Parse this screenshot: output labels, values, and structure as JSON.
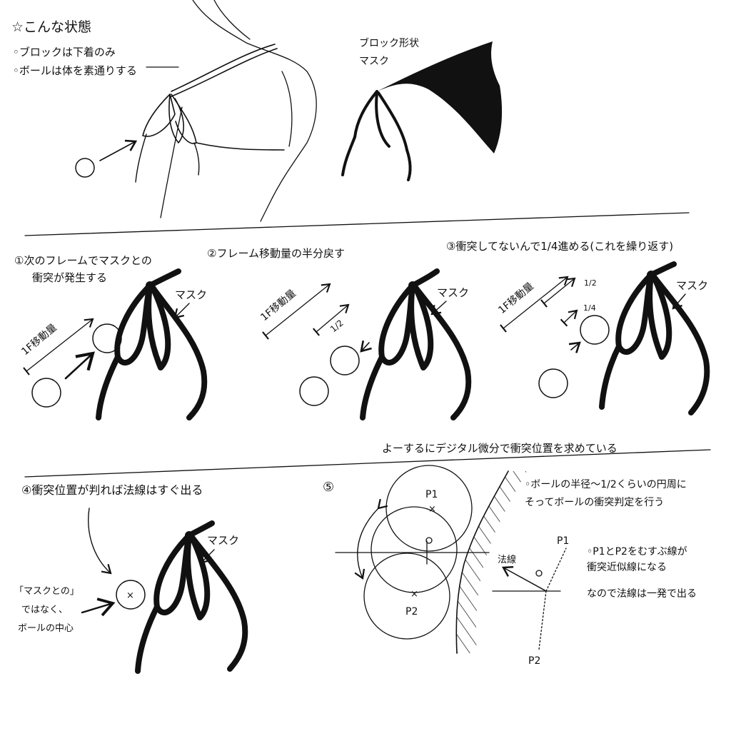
{
  "top_panel": {
    "heading": "☆こんな状態",
    "bullet1": "◦ブロックは下着のみ",
    "bullet2": "◦ボールは体を素通りする",
    "mask_label_line1": "ブロック形状",
    "mask_label_line2": "マスク"
  },
  "step1": {
    "title_line1": "①次のフレームでマスクとの",
    "title_line2": "衝突が発生する",
    "move_label": "1F移動量",
    "mask_label": "マスク"
  },
  "step2": {
    "title": "②フレーム移動量の半分戻す",
    "move_label": "1F移動量",
    "half_label": "1/2",
    "mask_label": "マスク"
  },
  "step3": {
    "title": "③衝突してないんで1/4進める(これを繰り返す)",
    "move_label": "1F移動量",
    "half_label": "1/2",
    "quarter_label": "1/4",
    "mask_label": "マスク"
  },
  "summary": "よーするにデジタル微分で衝突位置を求めている",
  "step4": {
    "title": "④衝突位置が判れば法線はすぐ出る",
    "note_line1": "「マスクとの」",
    "note_line2": "ではなく、",
    "note_line3": "ボールの中心",
    "mask_label": "マスク"
  },
  "step5": {
    "number": "⑤",
    "p1": "P1",
    "p2": "P2",
    "note1_line1": "◦ボールの半径〜1/2くらいの円周に",
    "note1_line2": "そってボールの衝突判定を行う",
    "note2_line1": "◦P1とP2をむすぶ線が",
    "note2_line2": "衝突近似線になる",
    "note2_line3": "なので法線は一発で出る",
    "normal_label": "法線",
    "p1_small": "P1",
    "p2_small": "P2"
  }
}
